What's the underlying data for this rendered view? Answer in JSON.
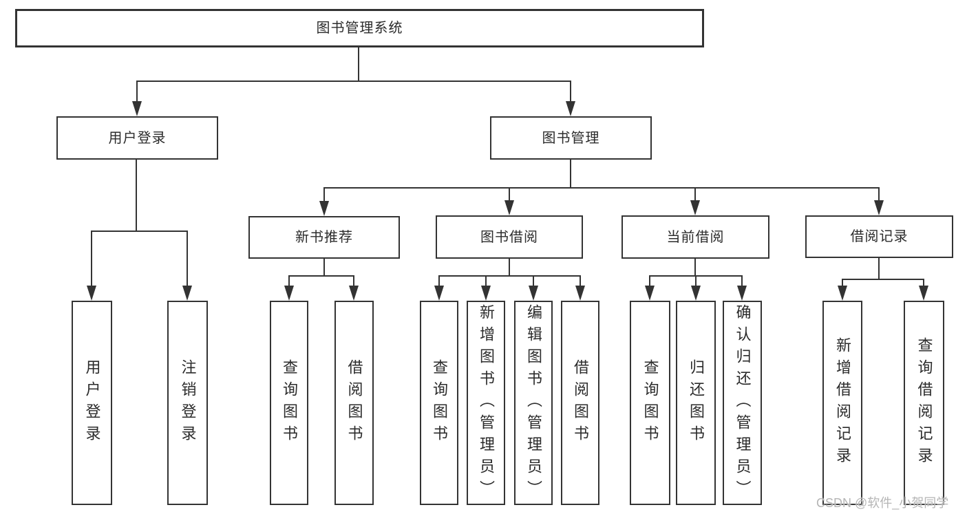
{
  "colors": {
    "line": "#333333",
    "text": "#2b2b2b",
    "background": "#ffffff",
    "watermark": "#b5b5b5"
  },
  "diagram": {
    "root": {
      "label": "图书管理系统"
    },
    "level2": [
      {
        "label": "用户登录"
      },
      {
        "label": "图书管理"
      }
    ],
    "level3": [
      {
        "label": "新书推荐"
      },
      {
        "label": "图书借阅"
      },
      {
        "label": "当前借阅"
      },
      {
        "label": "借阅记录"
      }
    ],
    "leaves": {
      "user_login": [
        {
          "label": "用户登录"
        },
        {
          "label": "注销登录"
        }
      ],
      "new_book": [
        {
          "label": "查询图书"
        },
        {
          "label": "借阅图书"
        }
      ],
      "book_borrow": [
        {
          "label": "查询图书"
        },
        {
          "label": "新增图书（管理员）"
        },
        {
          "label": "编辑图书（管理员）"
        },
        {
          "label": "借阅图书"
        }
      ],
      "current_borrow": [
        {
          "label": "查询图书"
        },
        {
          "label": "归还图书"
        },
        {
          "label": "确认归还（管理员）"
        }
      ],
      "borrow_records": [
        {
          "label": "新增借阅记录"
        },
        {
          "label": "查询借阅记录"
        }
      ]
    }
  },
  "watermark": {
    "text": "CSDN @软件_小贺同学"
  }
}
